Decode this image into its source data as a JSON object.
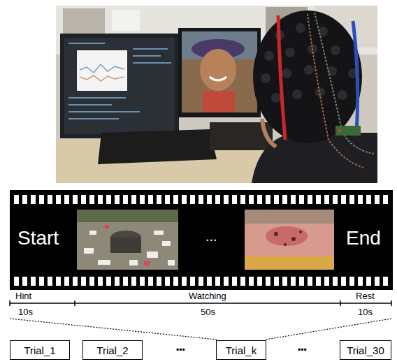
{
  "diagram": {
    "nodes": [
      {
        "text": [
          "Trial_1"
        ]
      },
      {
        "text": [
          "Trial_2"
        ]
      },
      {
        "text": [
          "Trial_k"
        ]
      },
      {
        "text": [
          "Trial_30"
        ]
      }
    ],
    "labels": [
      "Start",
      "...",
      "End",
      "Hint",
      "10s",
      "Watching",
      "50s",
      "Rest",
      "10s",
      "•••",
      "•••"
    ]
  }
}
